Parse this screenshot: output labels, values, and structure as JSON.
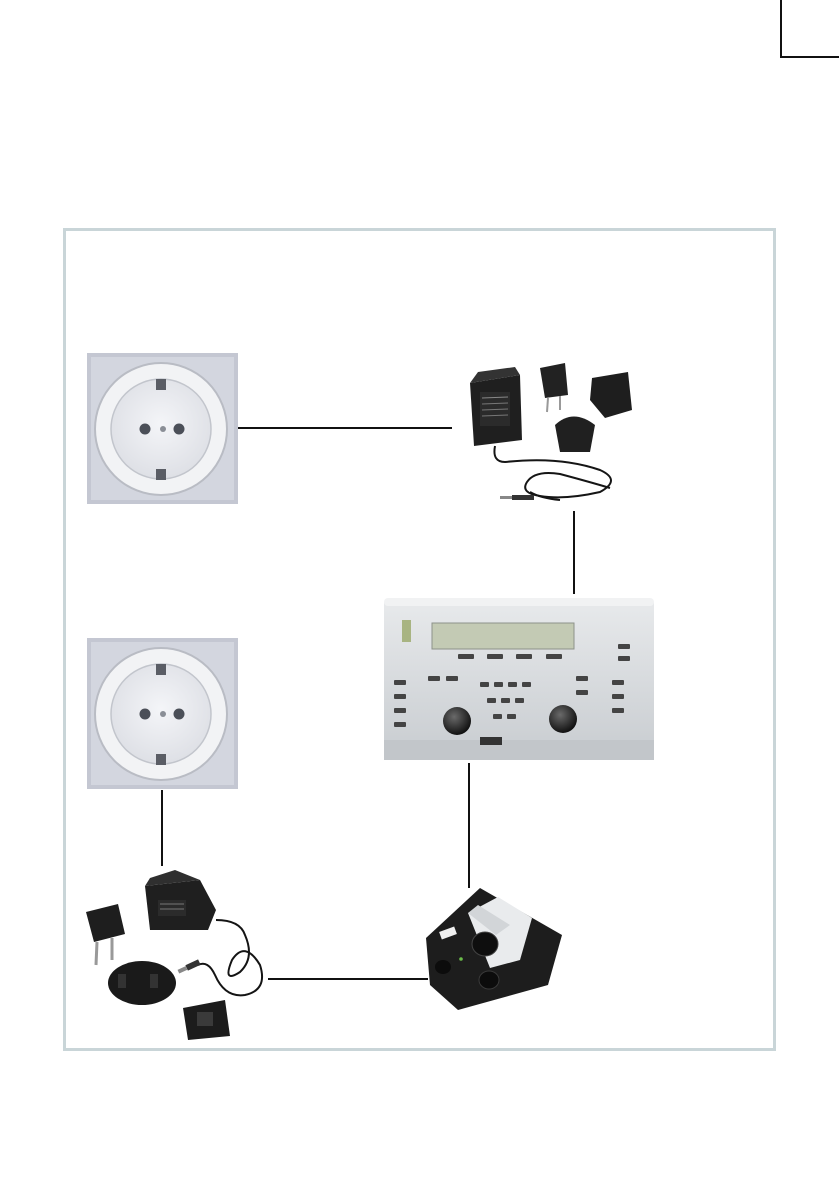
{
  "colors": {
    "frame_border": "#c9d5d8",
    "connector": "#111111",
    "socket_face": "#ecedf1",
    "device_body": "#d9dcde",
    "display": "#c7cfb8",
    "adapter": "#1c1c1c"
  },
  "diagram": {
    "nodes": [
      {
        "id": "wall-socket-1",
        "icon": "wall-socket-icon"
      },
      {
        "id": "power-adapter-1",
        "icon": "power-adapter-icon"
      },
      {
        "id": "audiometer",
        "icon": "audiometer-icon"
      },
      {
        "id": "wall-socket-2",
        "icon": "wall-socket-icon"
      },
      {
        "id": "power-adapter-2",
        "icon": "power-adapter-icon"
      },
      {
        "id": "printer",
        "icon": "thermal-printer-icon"
      }
    ],
    "connections": [
      [
        "wall-socket-1",
        "power-adapter-1"
      ],
      [
        "power-adapter-1",
        "audiometer"
      ],
      [
        "audiometer",
        "printer"
      ],
      [
        "wall-socket-2",
        "power-adapter-2"
      ],
      [
        "power-adapter-2",
        "printer"
      ]
    ]
  }
}
